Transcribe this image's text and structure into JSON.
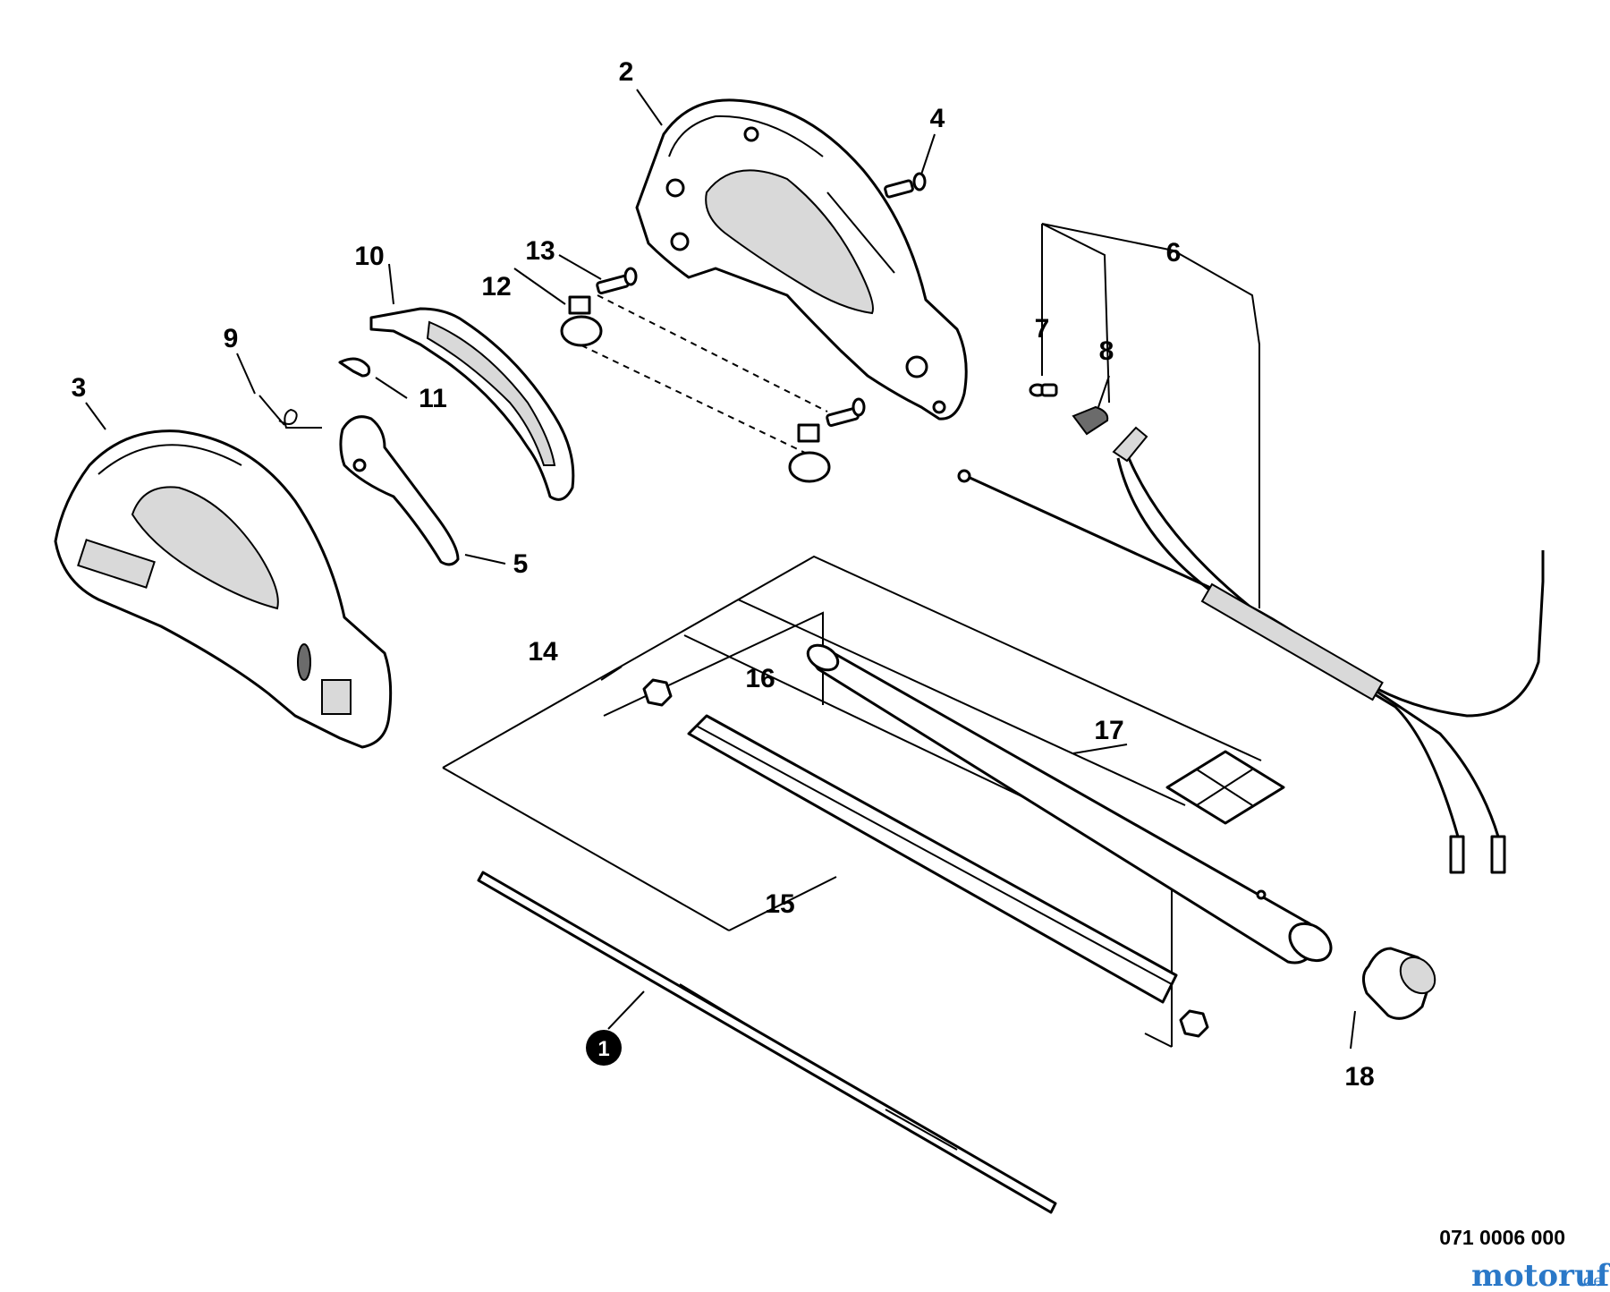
{
  "diagram": {
    "drawing_number": "071 0006 000",
    "callouts": [
      "1",
      "2",
      "3",
      "4",
      "5",
      "6",
      "7",
      "8",
      "9",
      "10",
      "11",
      "12",
      "13",
      "14",
      "15",
      "16",
      "17",
      "18"
    ],
    "watermark": {
      "main": "motoruf",
      "suffix": ".de"
    }
  }
}
